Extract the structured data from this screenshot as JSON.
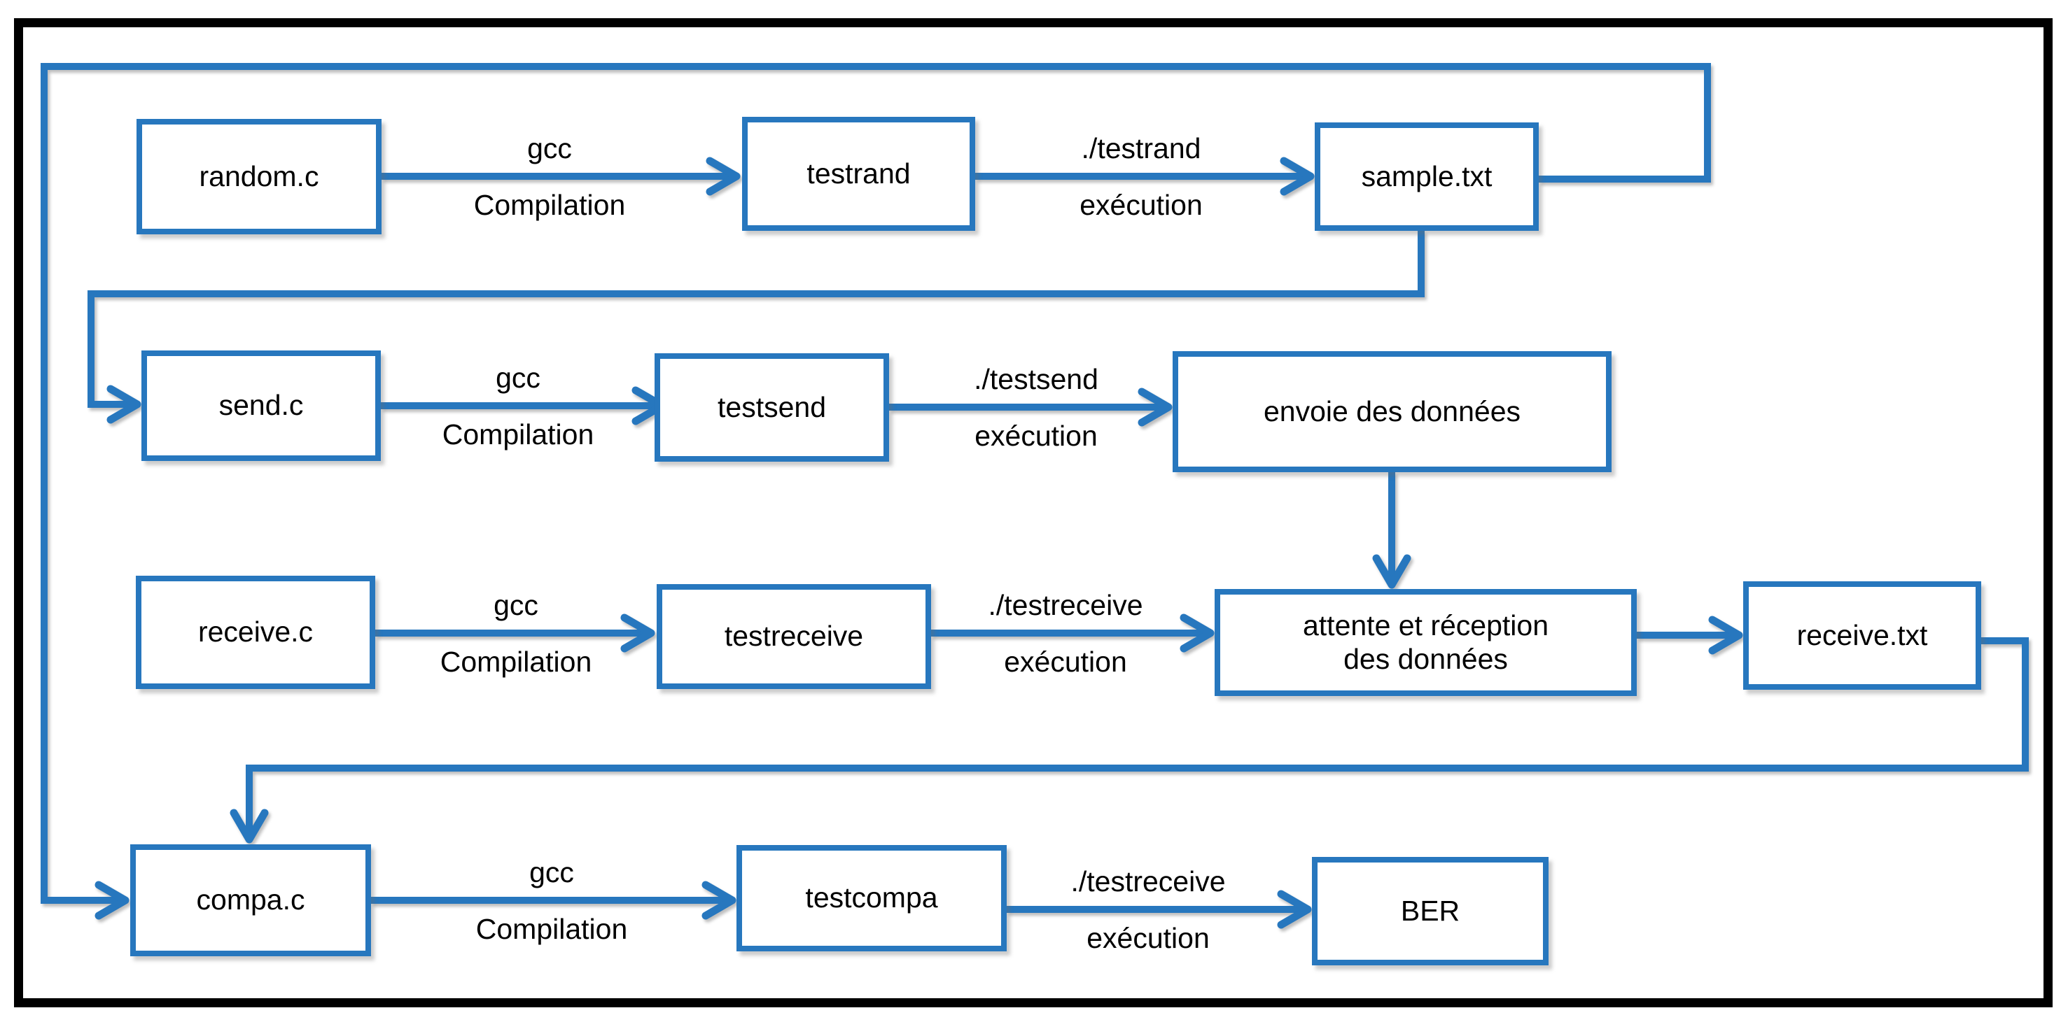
{
  "figure": {
    "kind": "flowchart",
    "language": "fr"
  },
  "colors": {
    "accent_blue": "#2777BE",
    "frame_black": "#000000",
    "text_black": "#000000",
    "background_white": "#FFFFFF"
  },
  "nodes": [
    {
      "id": "random-c",
      "label": "random.c"
    },
    {
      "id": "testrand",
      "label": "testrand"
    },
    {
      "id": "sample-txt",
      "label": "sample.txt"
    },
    {
      "id": "send-c",
      "label": "send.c"
    },
    {
      "id": "testsend",
      "label": "testsend"
    },
    {
      "id": "envoie",
      "label": "envoie des données"
    },
    {
      "id": "receive-c",
      "label": "receive.c"
    },
    {
      "id": "testreceive",
      "label": "testreceive"
    },
    {
      "id": "attente",
      "label": "attente et réception\ndes données"
    },
    {
      "id": "receive-txt",
      "label": "receive.txt"
    },
    {
      "id": "compa-c",
      "label": "compa.c"
    },
    {
      "id": "testcompa",
      "label": "testcompa"
    },
    {
      "id": "ber",
      "label": "BER"
    }
  ],
  "edge_labels": [
    {
      "top": "gcc",
      "bottom": "Compilation"
    },
    {
      "top": "./testrand",
      "bottom": "exécution"
    },
    {
      "top": "gcc",
      "bottom": "Compilation"
    },
    {
      "top": "./testsend",
      "bottom": "exécution"
    },
    {
      "top": "gcc",
      "bottom": "Compilation"
    },
    {
      "top": "./testreceive",
      "bottom": "exécution"
    },
    {
      "top": "gcc",
      "bottom": "Compilation"
    },
    {
      "top": "./testreceive",
      "bottom": "exécution"
    }
  ]
}
